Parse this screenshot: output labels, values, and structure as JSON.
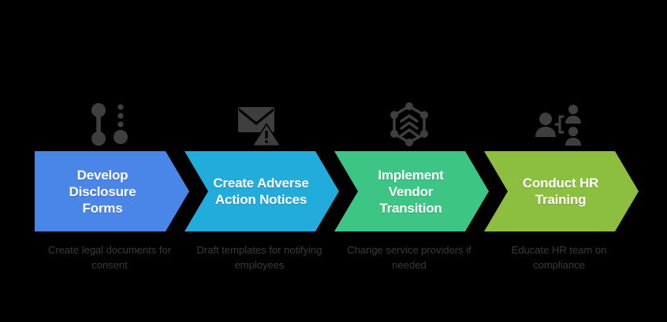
{
  "diagram": {
    "type": "horizontal-chevron-process-flow",
    "background_color": "#000000",
    "icon_color": "#3f3f3f",
    "caption_color": "#3b3b3b",
    "label_color": "#ffffff",
    "steps": [
      {
        "index": 1,
        "label": "Develop\nDisclosure\nForms",
        "caption": "Create legal documents for consent",
        "color": "#4A86E8",
        "icon": "signature-dots-icon"
      },
      {
        "index": 2,
        "label": "Create Adverse\nAction Notices",
        "caption": "Draft templates for notifying employees",
        "color": "#22ACDB",
        "icon": "envelope-warning-icon"
      },
      {
        "index": 3,
        "label": "Implement\nVendor\nTransition",
        "caption": "Change service providers if needed",
        "color": "#3DC585",
        "icon": "hexagon-network-icon"
      },
      {
        "index": 4,
        "label": "Conduct HR\nTraining",
        "caption": "Educate HR team on compliance",
        "color": "#8CBF3F",
        "icon": "people-hierarchy-icon"
      }
    ]
  }
}
